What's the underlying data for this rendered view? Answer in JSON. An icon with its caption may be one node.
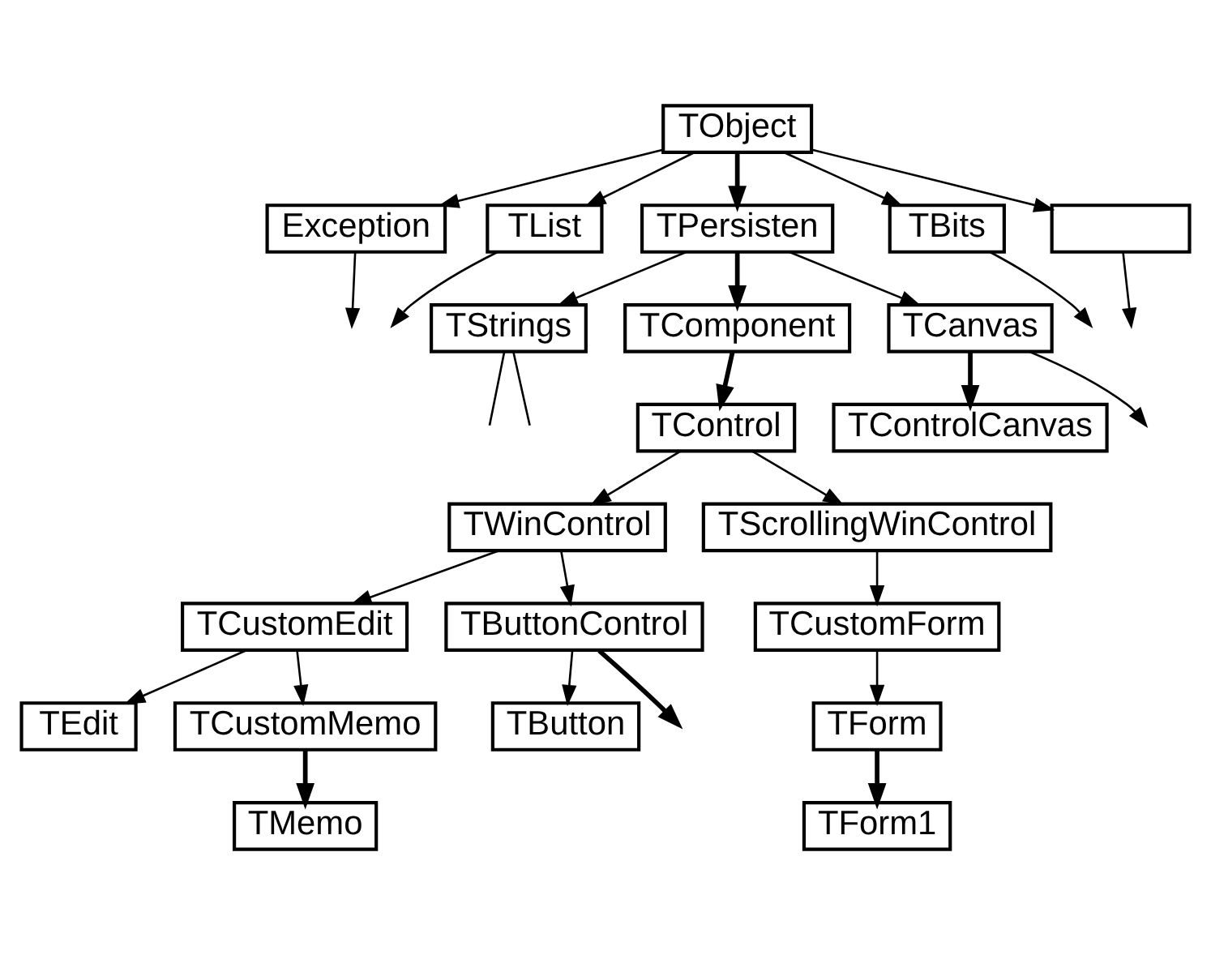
{
  "diagram": {
    "nodes": [
      {
        "text": [
          "TObject"
        ]
      },
      {
        "text": [
          "Exception"
        ]
      },
      {
        "text": [
          "TList"
        ]
      },
      {
        "text": [
          "TPersisten"
        ]
      },
      {
        "text": [
          "TBits"
        ]
      },
      {
        "text": [],
        "shape": "box"
      },
      {
        "text": [
          "TStrings"
        ]
      },
      {
        "text": [
          "TComponent"
        ]
      },
      {
        "text": [
          "TCanvas"
        ]
      },
      {
        "text": [
          "TControl"
        ]
      },
      {
        "text": [
          "TControlCanvas"
        ]
      },
      {
        "text": [
          "TWinControl"
        ]
      },
      {
        "text": [
          "TScrollingWinControl"
        ]
      },
      {
        "text": [
          "TCustomEdit"
        ]
      },
      {
        "text": [
          "TButtonControl"
        ]
      },
      {
        "text": [
          "TCustomForm"
        ]
      },
      {
        "text": [
          "TEdit"
        ]
      },
      {
        "text": [
          "TCustomMemo"
        ]
      },
      {
        "text": [
          "TForm"
        ]
      },
      {
        "text": [
          "TMemo"
        ]
      },
      {
        "text": [
          "TButton"
        ]
      },
      {
        "text": [
          "TForm1"
        ]
      }
    ],
    "edges": [
      {
        "from": 0,
        "to": 1,
        "arrow": "to"
      },
      {
        "from": 0,
        "to": 2,
        "arrow": "to"
      },
      {
        "from": 0,
        "to": 3,
        "arrow": "to",
        "style": "thick"
      },
      {
        "from": 0,
        "to": 4,
        "arrow": "to"
      },
      {
        "from": 0,
        "to": 5,
        "arrow": "to"
      },
      {
        "from": 1,
        "to": null,
        "arrow": "to"
      },
      {
        "from": 2,
        "to": null,
        "arrow": "to"
      },
      {
        "from": 4,
        "to": null,
        "arrow": "to"
      },
      {
        "from": 5,
        "to": null,
        "arrow": "to"
      },
      {
        "from": 3,
        "to": 6,
        "arrow": "to"
      },
      {
        "from": 3,
        "to": 7,
        "arrow": "to",
        "style": "thick"
      },
      {
        "from": 3,
        "to": 8,
        "arrow": "to"
      },
      {
        "from": 6,
        "to": null,
        "arrow": "none"
      },
      {
        "from": 6,
        "to": null,
        "arrow": "none"
      },
      {
        "from": 7,
        "to": 9,
        "arrow": "to",
        "style": "thick"
      },
      {
        "from": 8,
        "to": 10,
        "arrow": "to",
        "style": "thick"
      },
      {
        "from": 8,
        "to": null,
        "arrow": "to"
      },
      {
        "from": 9,
        "to": 11,
        "arrow": "to"
      },
      {
        "from": 9,
        "to": 12,
        "arrow": "to"
      },
      {
        "from": 11,
        "to": 13,
        "arrow": "to"
      },
      {
        "from": 11,
        "to": 14,
        "arrow": "to"
      },
      {
        "from": 12,
        "to": 15,
        "arrow": "to"
      },
      {
        "from": 13,
        "to": 16,
        "arrow": "to"
      },
      {
        "from": 13,
        "to": 17,
        "arrow": "to"
      },
      {
        "from": 14,
        "to": 20,
        "arrow": "to"
      },
      {
        "from": 14,
        "to": null,
        "arrow": "to",
        "style": "thick"
      },
      {
        "from": 15,
        "to": 18,
        "arrow": "to"
      },
      {
        "from": 17,
        "to": 19,
        "arrow": "to",
        "style": "thick"
      },
      {
        "from": 18,
        "to": 21,
        "arrow": "to",
        "style": "thick"
      }
    ]
  }
}
